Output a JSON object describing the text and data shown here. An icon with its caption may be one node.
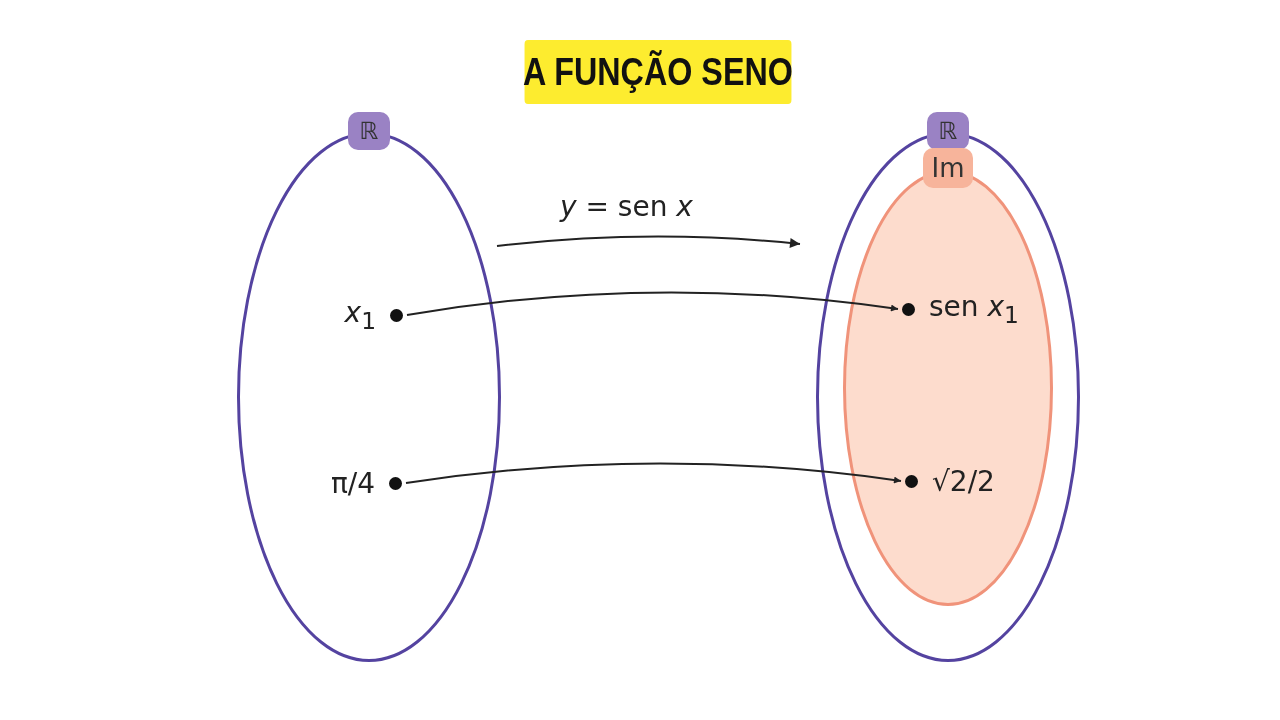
{
  "diagram": {
    "title": "A FUNÇÃO SENO",
    "nodes": [
      {
        "text": [
          "ℝ"
        ]
      },
      {
        "text": [
          "*x*$_{1}$"
        ],
        "in": 0
      },
      {
        "text": [
          "π/4"
        ],
        "in": 0
      },
      {
        "text": [
          "ℝ"
        ]
      },
      {
        "text": [
          "Im"
        ],
        "in": 3
      },
      {
        "text": [
          "sen *x*$_{1}$"
        ],
        "in": 4
      },
      {
        "text": [
          "√2/2"
        ],
        "in": 4
      }
    ],
    "edges": [
      {
        "from": 1,
        "to": 5,
        "arrow": "to"
      },
      {
        "from": 2,
        "to": 6,
        "arrow": "to"
      }
    ],
    "labels": [
      "*y* = sen *x*"
    ]
  }
}
